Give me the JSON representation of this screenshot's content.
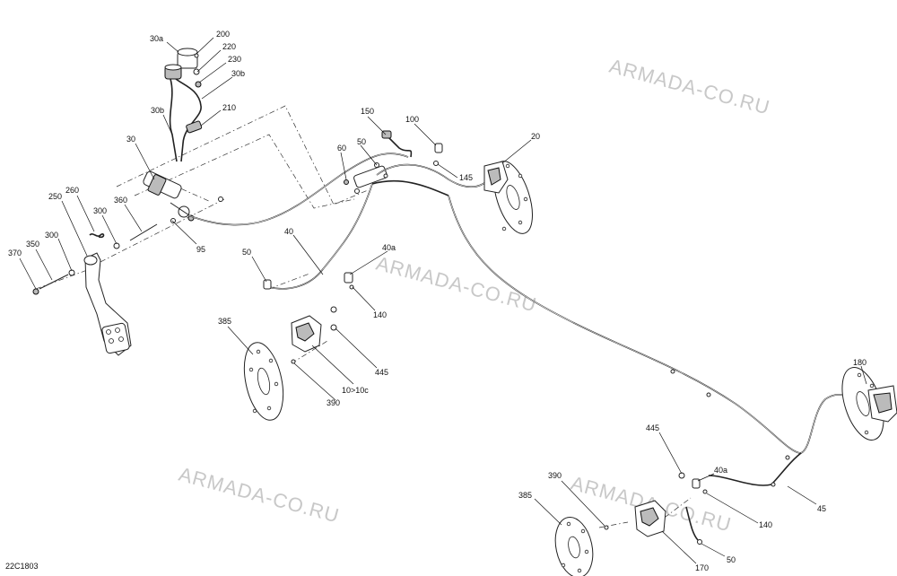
{
  "watermark": "ARMADA-CO.RU",
  "diagram_code": "22C1803",
  "callouts": {
    "c30a": "30a",
    "c200": "200",
    "c220": "220",
    "c230": "230",
    "c30b_top": "30b",
    "c30b_side": "30b",
    "c210": "210",
    "c30": "30",
    "c250": "250",
    "c260": "260",
    "c300_a": "300",
    "c360": "360",
    "c370": "370",
    "c350": "350",
    "c300_b": "300",
    "c95": "95",
    "c40": "40",
    "c50_a": "50",
    "c40a_a": "40a",
    "c140_a": "140",
    "c385_a": "385",
    "c445_a": "445",
    "c10": "10>10c",
    "c390_a": "390",
    "c150": "150",
    "c100": "100",
    "c60": "60",
    "c50_b": "50",
    "c145": "145",
    "c20": "20",
    "c180": "180",
    "c445_b": "445",
    "c40a_b": "40a",
    "c45": "45",
    "c390_b": "390",
    "c385_b": "385",
    "c140_b": "140",
    "c50_c": "50",
    "c170": "170"
  }
}
